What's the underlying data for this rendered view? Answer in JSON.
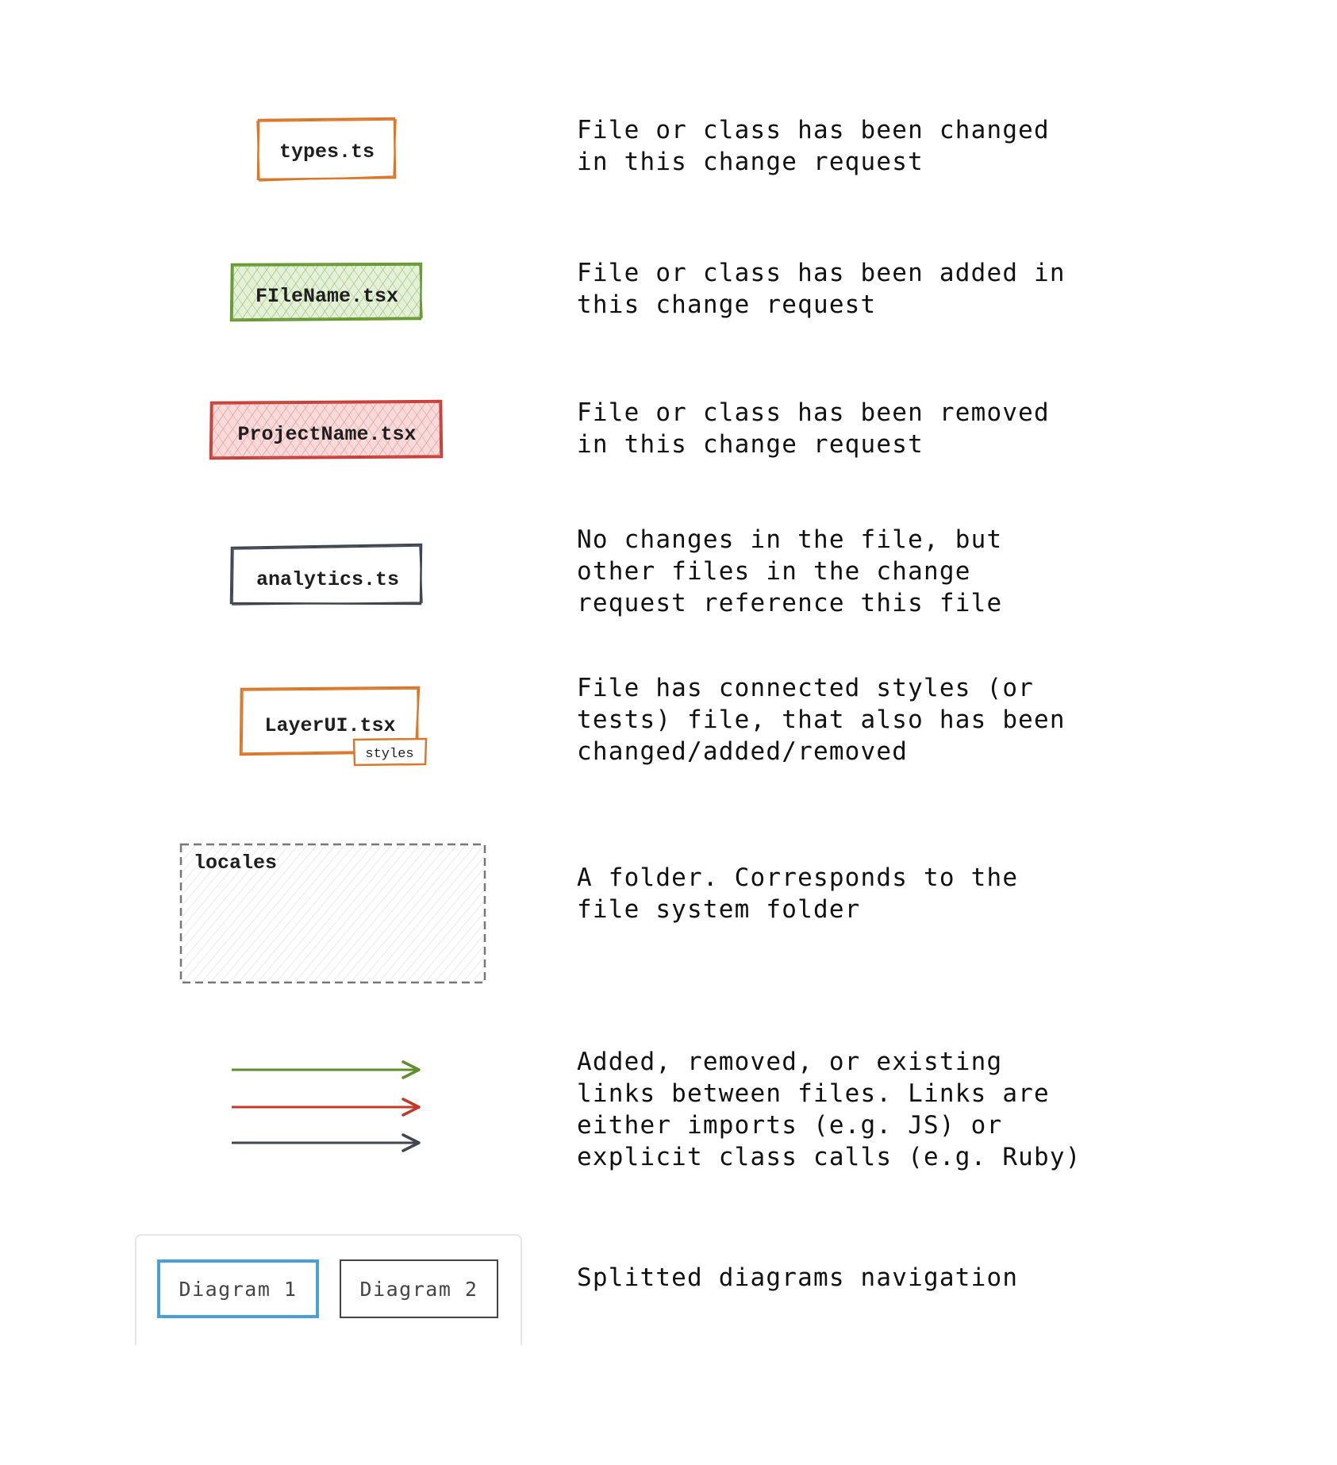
{
  "legend": {
    "changed": {
      "label": "types.ts",
      "description": "File or class has been changed\nin this change request",
      "stroke_color": "#d9782b"
    },
    "added": {
      "label": "FIleName.tsx",
      "description": "File or class has been added in\nthis change request",
      "stroke_color": "#6a9a34",
      "fill_color": "#d7ebc4"
    },
    "removed": {
      "label": "ProjectName.tsx",
      "description": "File or class has been removed\nin this change request",
      "stroke_color": "#c8403a",
      "fill_color": "#f5c8c8"
    },
    "referenced": {
      "label": "analytics.ts",
      "description": "No changes in the file, but\nother files in the change\nrequest reference this file",
      "stroke_color": "#3f4650"
    },
    "connected_styles": {
      "label": "LayerUI.tsx",
      "badge": "styles",
      "description": "File has connected styles (or\ntests) file, that also has been\nchanged/added/removed",
      "stroke_color": "#d9782b"
    },
    "folder": {
      "label": "locales",
      "description": "A folder. Corresponds to the\nfile system folder",
      "stroke_color": "#777777"
    },
    "links": {
      "description": "Added, removed, or existing\nlinks between files. Links are\neither imports (e.g. JS) or\nexplicit class calls (e.g. Ruby)",
      "colors": [
        "#5e8f2d",
        "#c0392b",
        "#3f4650"
      ],
      "icons": [
        "green-arrow-icon",
        "red-arrow-icon",
        "dark-arrow-icon"
      ]
    },
    "navigation": {
      "tabs": [
        "Diagram 1",
        "Diagram 2"
      ],
      "active_tab": "Diagram 1",
      "description": "Splitted diagrams navigation",
      "active_color": "#4a9fd4"
    }
  }
}
